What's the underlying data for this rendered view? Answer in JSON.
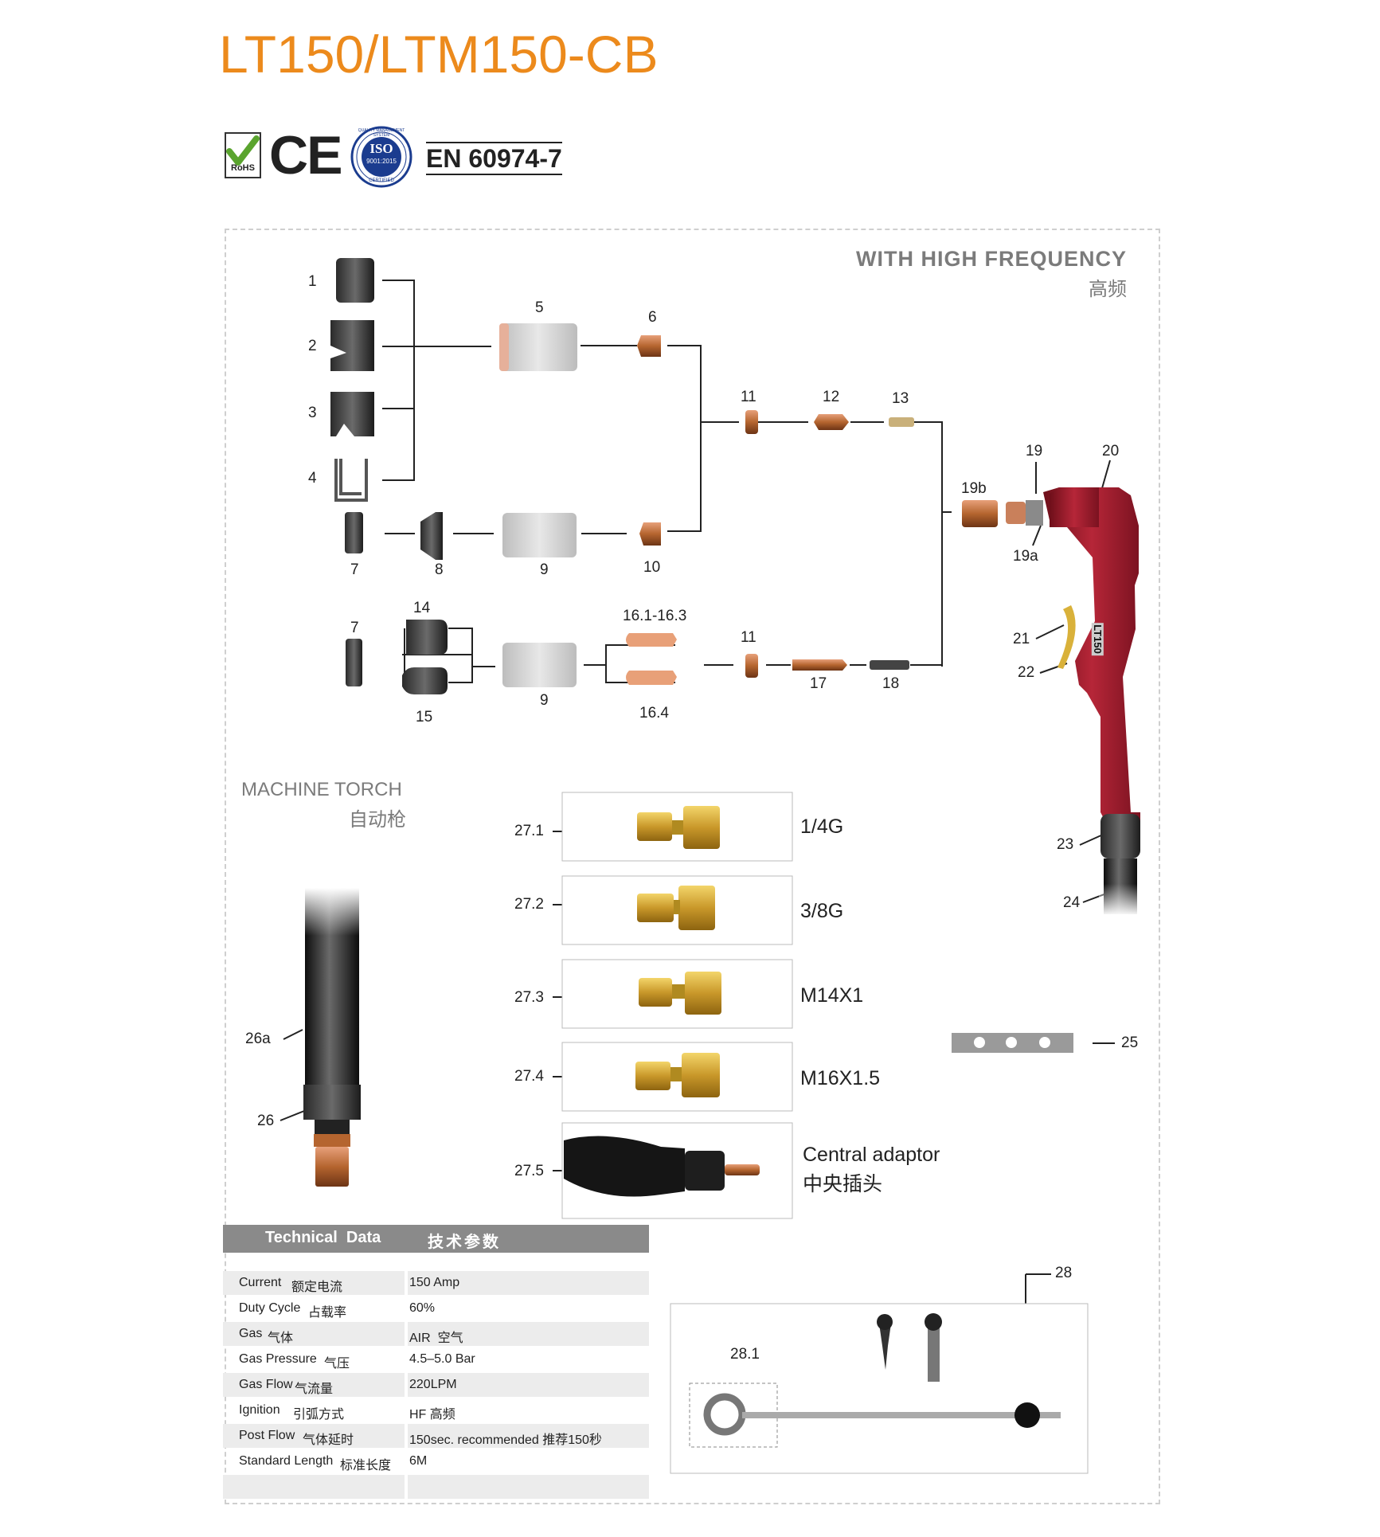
{
  "title": "LT150/LTM150-CB",
  "certs": {
    "rohs": "RoHS",
    "ce": "CE",
    "iso_top": "QUALITY MANAGEMENT SYSTEM",
    "iso_mid": "ISO",
    "iso_num": "9001:2015",
    "iso_bottom": "CERTIFIED",
    "en_standard": "EN 60974-7"
  },
  "hand_torch": {
    "heading_en": "WITH HIGH FREQUENCY",
    "heading_cn": "高频",
    "handle_text": "LT150"
  },
  "machine_torch": {
    "heading_en": "MACHINE TORCH",
    "heading_cn": "自动枪"
  },
  "part_numbers": {
    "p1": "1",
    "p2": "2",
    "p3": "3",
    "p4": "4",
    "p5": "5",
    "p6": "6",
    "p7a": "7",
    "p8": "8",
    "p9a": "9",
    "p10": "10",
    "p11a": "11",
    "p12": "12",
    "p13": "13",
    "p19": "19",
    "p20": "20",
    "p19b": "19b",
    "p19a": "19a",
    "p7b": "7",
    "p14": "14",
    "p15": "15",
    "p9b": "9",
    "p16_1": "16.1-16.3",
    "p16_4": "16.4",
    "p11b": "11",
    "p17": "17",
    "p18": "18",
    "p21": "21",
    "p22": "22",
    "p23": "23",
    "p24": "24",
    "p25": "25",
    "p26a": "26a",
    "p26": "26",
    "p28": "28",
    "p28_1": "28.1"
  },
  "adaptors": [
    {
      "code": "27.1",
      "label": "1/4G"
    },
    {
      "code": "27.2",
      "label": "3/8G"
    },
    {
      "code": "27.3",
      "label": "M14X1"
    },
    {
      "code": "27.4",
      "label": "M16X1.5"
    },
    {
      "code": "27.5",
      "label": "Central adaptor",
      "label_cn": "中央插头"
    }
  ],
  "technical_data": {
    "heading_en": "Technical  Data",
    "heading_cn": "技术参数",
    "rows": [
      {
        "name_en": "Current",
        "name_cn": "额定电流",
        "value": "150 Amp"
      },
      {
        "name_en": "Duty Cycle",
        "name_cn": "占载率",
        "value": "60%"
      },
      {
        "name_en": "Gas",
        "name_cn": "气体",
        "value": "AIR  空气"
      },
      {
        "name_en": "Gas Pressure",
        "name_cn": "气压",
        "value": "4.5–5.0 Bar"
      },
      {
        "name_en": "Gas Flow",
        "name_cn": "气流量",
        "value": "220LPM"
      },
      {
        "name_en": "Ignition",
        "name_cn": "引弧方式",
        "value": "HF 高频"
      },
      {
        "name_en": "Post Flow",
        "name_cn": "气体延时",
        "value": "150sec. recommended 推荐150秒"
      },
      {
        "name_en": "Standard Length",
        "name_cn": "标准长度",
        "value": "6M"
      }
    ]
  },
  "colors": {
    "title": "#ec8a1c",
    "handle_red": "#a3192a",
    "copper": "#b5652f",
    "brass": "#d9b13a"
  }
}
